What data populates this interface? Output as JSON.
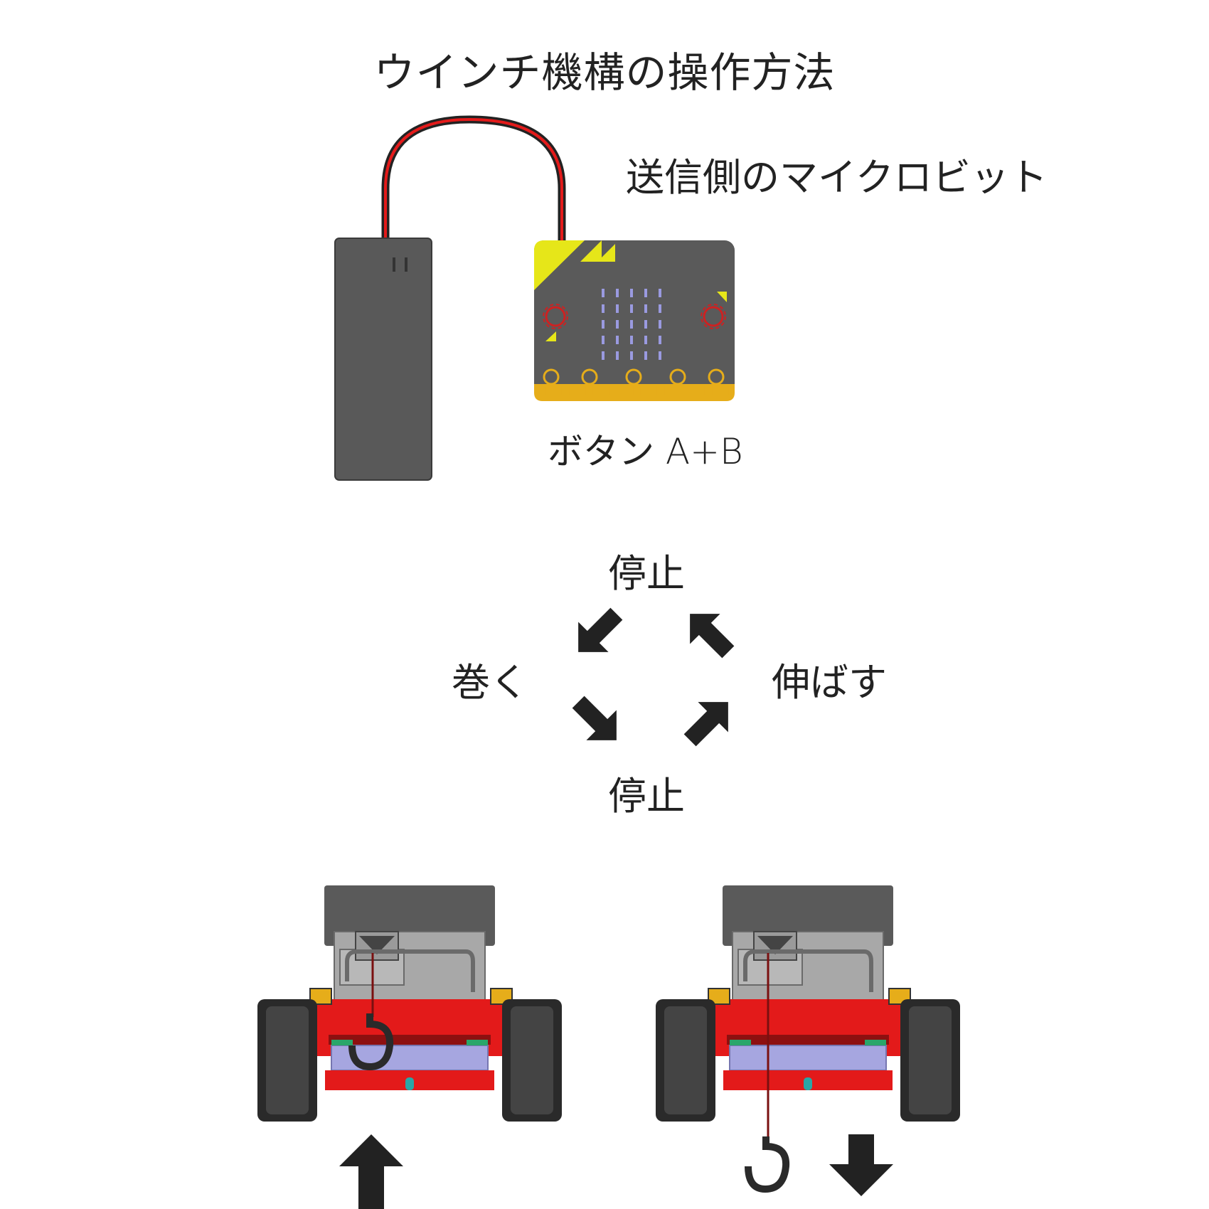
{
  "title": "ウインチ機構の操作方法",
  "sender_label": "送信側のマイクロビット",
  "button_label": "ボタン A+B",
  "cycle": {
    "stop_top": "停止",
    "stop_bottom": "停止",
    "wind": "巻く",
    "extend": "伸ばす"
  },
  "colors": {
    "board": "#5a5a5a",
    "board_accent": "#e6e619",
    "pins": "#e6ad1a",
    "led": "#9a9ae0",
    "battery": "#595959",
    "robot_red": "#e31a1a",
    "robot_frame": "#a8a8a8",
    "battery_blue": "#a6a6e0",
    "arrow": "#222222"
  },
  "icons": [
    "battery-pack-icon",
    "microbit-icon",
    "arrow-icon",
    "robot-icon",
    "hook-icon"
  ]
}
